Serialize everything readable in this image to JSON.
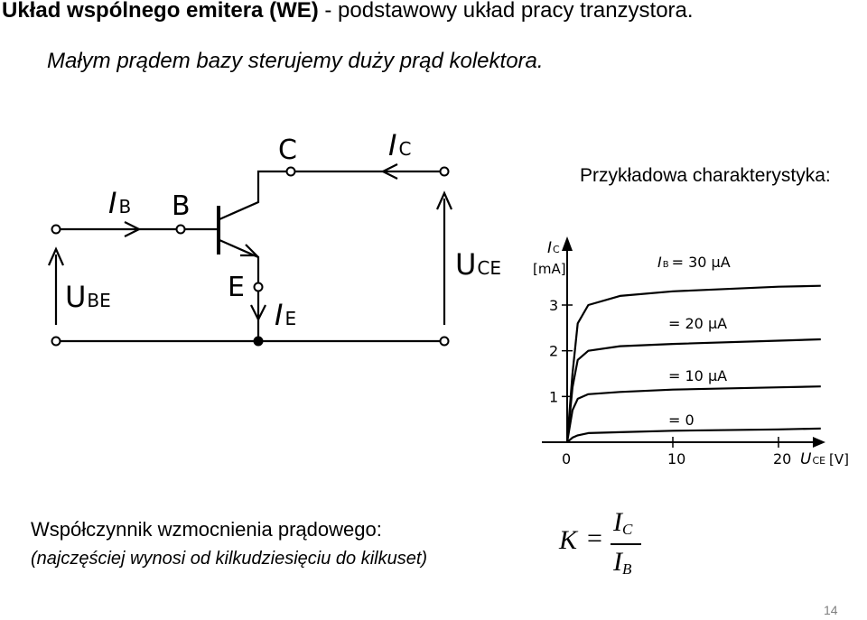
{
  "header": {
    "title_bold": "Układ wspólnego emitera (WE)",
    "title_rest": " - podstawowy układ pracy tranzystora.",
    "subtitle": "Małym prądem bazy sterujemy duży prąd kolektora."
  },
  "circuit": {
    "label_C": "C",
    "label_B": "B",
    "label_E": "E",
    "label_IC_main": "I",
    "label_IC_sub": "C",
    "label_IB_main": "I",
    "label_IB_sub": "B",
    "label_IE_main": "I",
    "label_IE_sub": "E",
    "label_UCE_main": "U",
    "label_UCE_sub": "CE",
    "label_UBE_main": "U",
    "label_UBE_sub": "BE"
  },
  "characteristic": {
    "caption": "Przykładowa charakterystyka:",
    "y_axis_label_main": "I",
    "y_axis_label_sub": "C",
    "y_axis_unit": "[mA]",
    "x_axis_label_main": "U",
    "x_axis_label_sub": "CE",
    "x_axis_unit": "[V]",
    "curve_label_30_prefix": "I",
    "curve_label_30_sub": "B",
    "curve_label_30": "= 30 μA",
    "curve_label_20": "= 20 μA",
    "curve_label_10": "= 10 μA",
    "curve_label_0": "= 0"
  },
  "chart_data": {
    "type": "line",
    "x_ticks": [
      "0",
      "10",
      "20"
    ],
    "y_ticks": [
      "1",
      "2",
      "3"
    ],
    "xlim": [
      0,
      25
    ],
    "ylim": [
      0,
      4.4
    ],
    "series": [
      {
        "name": "= 0",
        "x": [
          0,
          0.5,
          1,
          2,
          5,
          10,
          20,
          24
        ],
        "values": [
          0,
          0.1,
          0.15,
          0.2,
          0.22,
          0.25,
          0.28,
          0.3
        ]
      },
      {
        "name": "= 10 μA",
        "x": [
          0,
          0.5,
          1,
          2,
          5,
          10,
          20,
          24
        ],
        "values": [
          0,
          0.7,
          0.95,
          1.05,
          1.1,
          1.15,
          1.2,
          1.22
        ]
      },
      {
        "name": "= 20 μA",
        "x": [
          0,
          0.5,
          1,
          2,
          5,
          10,
          20,
          24
        ],
        "values": [
          0,
          1.2,
          1.8,
          2.0,
          2.1,
          2.15,
          2.22,
          2.25
        ]
      },
      {
        "name": "= 30 μA",
        "x": [
          0,
          0.5,
          1,
          2,
          5,
          10,
          20,
          24
        ],
        "values": [
          0,
          1.5,
          2.6,
          3.0,
          3.2,
          3.3,
          3.4,
          3.42
        ]
      }
    ]
  },
  "bottom": {
    "coef_text": "Współczynnik wzmocnienia prądowego:",
    "coef_note": "(najczęściej wynosi od kilkudziesięciu do kilkuset)",
    "formula_K": "K",
    "formula_eq": "=",
    "formula_num_main": "I",
    "formula_num_sub": "C",
    "formula_den_main": "I",
    "formula_den_sub": "B"
  },
  "page_number": "14"
}
